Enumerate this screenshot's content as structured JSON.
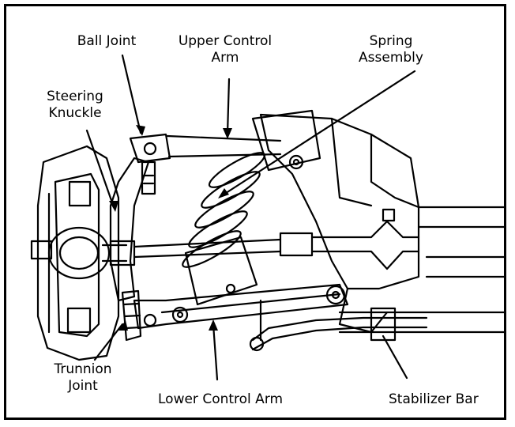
{
  "labels": {
    "ball_joint": "Ball Joint",
    "upper_control_arm_1": "Upper Control",
    "upper_control_arm_2": "Arm",
    "spring_assembly_1": "Spring",
    "spring_assembly_2": "Assembly",
    "steering_knuckle_1": "Steering",
    "steering_knuckle_2": "Knuckle",
    "trunnion_joint_1": "Trunnion",
    "trunnion_joint_2": "Joint",
    "lower_control_arm": "Lower Control Arm",
    "stabilizer_bar": "Stabilizer Bar"
  },
  "colors": {
    "ink": "#000000",
    "paper": "#ffffff"
  }
}
